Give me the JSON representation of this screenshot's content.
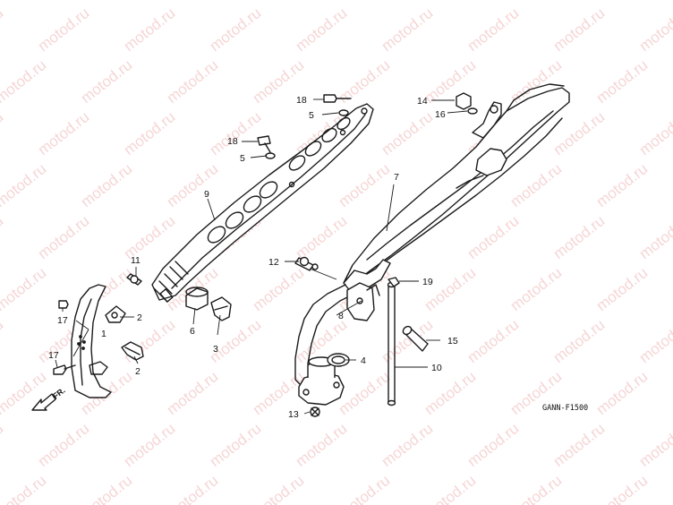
{
  "watermark": {
    "text": "motod.ru",
    "color": "#f0b4b4"
  },
  "diagram_code": "GANN-F1500",
  "direction_label": "FR.",
  "callouts": {
    "c1": "1",
    "c2a": "2",
    "c2b": "2",
    "c3": "3",
    "c4": "4",
    "c5a": "5",
    "c5b": "5",
    "c6": "6",
    "c7": "7",
    "c8": "8",
    "c9": "9",
    "c10": "10",
    "c11": "11",
    "c12": "12",
    "c13": "13",
    "c14": "14",
    "c15": "15",
    "c16": "16",
    "c17a": "17",
    "c17b": "17",
    "c18a": "18",
    "c18b": "18",
    "c19": "19"
  }
}
